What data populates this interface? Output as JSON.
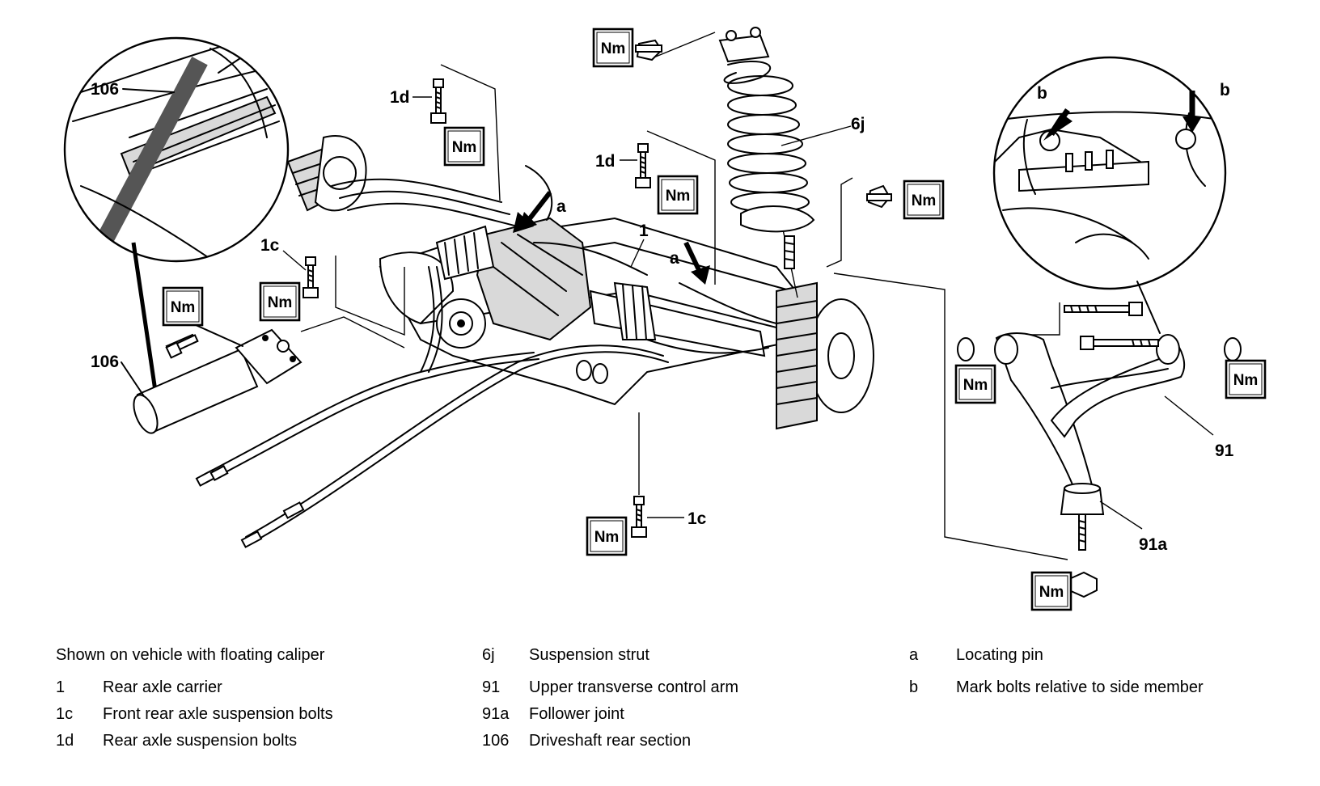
{
  "callouts": {
    "c106_top": "106",
    "c106_bottom": "106",
    "c1d_a": "1d",
    "c1d_b": "1d",
    "c1c_a": "1c",
    "c1c_b": "1c",
    "ca_1": "a",
    "ca_2": "a",
    "c1": "1",
    "c6j": "6j",
    "cb_1": "b",
    "cb_2": "b",
    "c91": "91",
    "c91a": "91a"
  },
  "torque_label": "Nm",
  "legend": {
    "caption": "Shown on vehicle with floating caliper",
    "col1": [
      {
        "key": "1",
        "desc": "Rear axle carrier"
      },
      {
        "key": "1c",
        "desc": "Front rear axle suspension bolts"
      },
      {
        "key": "1d",
        "desc": "Rear axle suspension bolts"
      }
    ],
    "col2": [
      {
        "key": "6j",
        "desc": "Suspension strut"
      },
      {
        "key": "91",
        "desc": "Upper transverse control arm"
      },
      {
        "key": "91a",
        "desc": "Follower joint"
      },
      {
        "key": "106",
        "desc": "Driveshaft rear section"
      }
    ],
    "col3": [
      {
        "key": "a",
        "desc": "Locating pin"
      },
      {
        "key": "b",
        "desc": "Mark bolts relative to side member"
      }
    ]
  }
}
